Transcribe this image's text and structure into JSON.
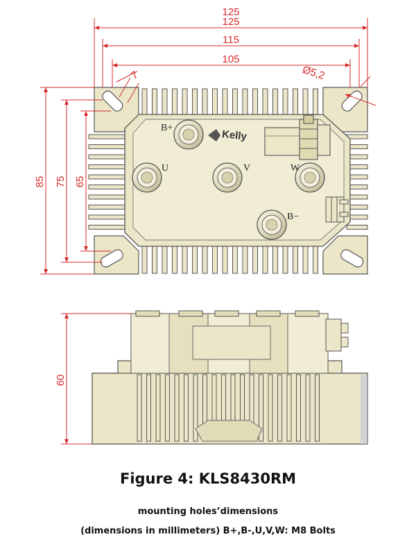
{
  "figure": {
    "title": "Figure 4: KLS8430RM",
    "caption_line1": "mounting holes’dimensions",
    "caption_line2": "(dimensions in millimeters) B+,B-,U,V,W: M8 Bolts"
  },
  "dimensions": {
    "top_partial": "125",
    "width_125": "125",
    "width_115": "115",
    "width_105": "105",
    "slot_7": "7",
    "hole_diameter": "Ø5,2",
    "height_85": "85",
    "height_75": "75",
    "height_65": "65",
    "side_height_60": "60"
  },
  "terminals": {
    "b_plus": "B+",
    "u": "U",
    "v": "V",
    "w": "W",
    "b_minus": "B−"
  },
  "logo": "Kelly",
  "colors": {
    "body": "#ebe6c8",
    "outline": "#555555",
    "dimension": "#d62a2a"
  }
}
